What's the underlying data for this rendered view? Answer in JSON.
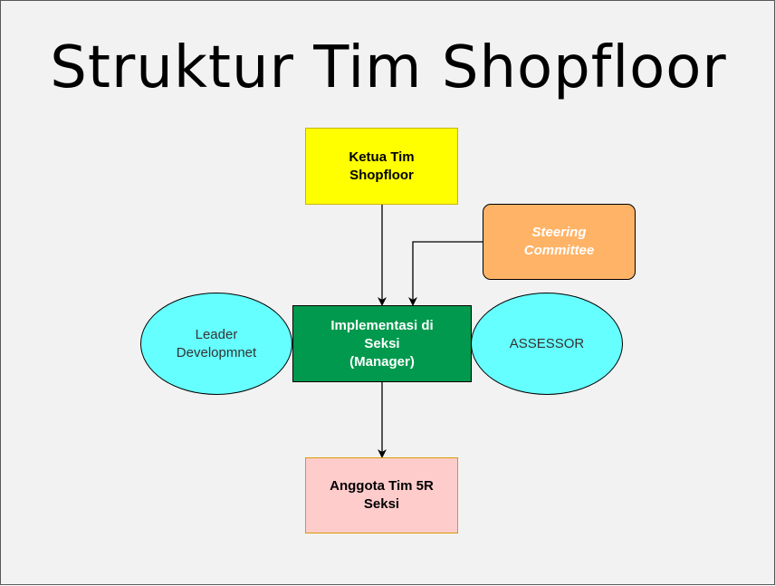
{
  "diagram": {
    "title": "Struktur Tim Shopfloor",
    "nodes": {
      "ketua": {
        "label": "Ketua Tim\nShopfloor",
        "color": "#ffff00"
      },
      "steering": {
        "label": "Steering\nCommittee",
        "color": "#ffb366"
      },
      "implementasi": {
        "label": "Implementasi di\nSeksi\n(Manager)",
        "color": "#00994d"
      },
      "leader": {
        "label": "Leader\nDevelopmnet",
        "color": "#66ffff"
      },
      "assessor": {
        "label": "ASSESSOR",
        "color": "#66ffff"
      },
      "anggota": {
        "label": "Anggota Tim 5R\nSeksi",
        "color": "#ffcccc"
      }
    },
    "edges": [
      {
        "from": "ketua",
        "to": "implementasi"
      },
      {
        "from": "steering",
        "to": "implementasi"
      },
      {
        "from": "implementasi",
        "to": "anggota"
      }
    ]
  }
}
